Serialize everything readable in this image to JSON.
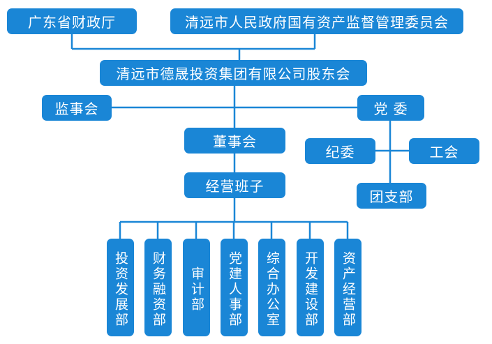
{
  "nodes": {
    "finance_dept": "广东省财政厅",
    "sasac": "清远市人民政府国有资产监督管理委员会",
    "shareholders": "清远市德晟投资集团有限公司股东会",
    "supervisors": "监事会",
    "party_committee": "党 委",
    "board": "董事会",
    "discipline": "纪委",
    "union": "工会",
    "management": "经营班子",
    "youth_league": "团支部"
  },
  "departments": [
    "投资发展部",
    "财务融资部",
    "审计部",
    "党建人事部",
    "综合办公室",
    "开发建设部",
    "资产经营部"
  ],
  "colors": {
    "box": "#1a86d6",
    "line": "#1a86d6",
    "text": "#ffffff"
  }
}
